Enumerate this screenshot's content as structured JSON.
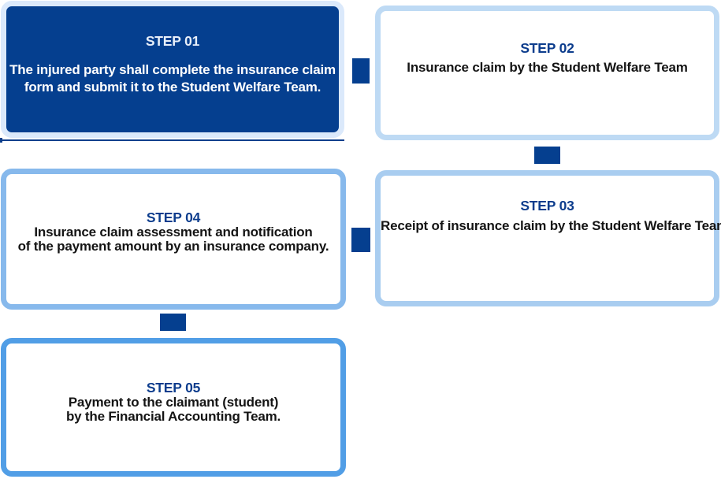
{
  "palette": {
    "navy_fill": "#053f8f",
    "step_label_navy": "#0d3d8d",
    "body_text": "#141414",
    "step1_border": "#dbe9fb",
    "step2_border": "#bedaf4",
    "step3_border": "#a9cdf0",
    "step4_border": "#87b9ec",
    "step5_border": "#519ee6",
    "step1_text": "#ffffff"
  },
  "flow": {
    "steps": [
      {
        "label": "STEP 01",
        "lines": [
          "The injured party shall complete the insurance claim",
          "form and submit it to the Student Welfare Team."
        ]
      },
      {
        "label": "STEP 02",
        "lines": [
          "Insurance claim by the Student Welfare Team"
        ]
      },
      {
        "label": "STEP 03",
        "lines": [
          "Receipt of insurance claim by the Student Welfare Team"
        ]
      },
      {
        "label": "STEP 04",
        "lines": [
          "Insurance claim assessment and notification",
          "of the payment amount by an insurance company."
        ]
      },
      {
        "label": "STEP 05",
        "lines": [
          "Payment to the claimant (student)",
          "by the Financial Accounting Team."
        ]
      }
    ]
  }
}
